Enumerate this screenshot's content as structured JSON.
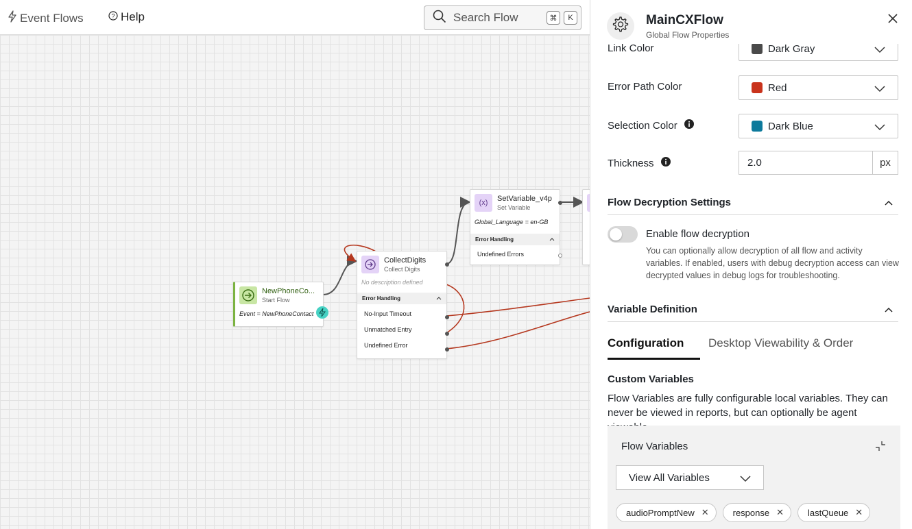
{
  "topbar": {
    "event_flows": "Event Flows",
    "help": "Help",
    "search_placeholder": "Search Flow",
    "shortcut_cmd": "⌘",
    "shortcut_key": "K"
  },
  "nodes": {
    "start": {
      "title": "NewPhoneCo...",
      "subtitle": "Start Flow",
      "event": "Event = NewPhoneContact"
    },
    "collect": {
      "title": "CollectDigits",
      "subtitle": "Collect Digits",
      "description": "No description defined",
      "error_header": "Error Handling",
      "errors": [
        "No-Input Timeout",
        "Unmatched Entry",
        "Undefined Error"
      ]
    },
    "setvar": {
      "title": "SetVariable_v4p",
      "subtitle": "Set Variable",
      "description": "Global_Language = en-GB",
      "error_header": "Error Handling",
      "errors": [
        "Undefined Errors"
      ]
    }
  },
  "panel": {
    "title": "MainCXFlow",
    "subtitle": "Global Flow Properties",
    "link_color": {
      "label": "Link Color",
      "value": "Dark Gray",
      "swatch": "#4a4a4a"
    },
    "error_path_color": {
      "label": "Error Path Color",
      "value": "Red",
      "swatch": "#c9331c"
    },
    "selection_color": {
      "label": "Selection Color",
      "value": "Dark Blue",
      "swatch": "#0d7a9c"
    },
    "thickness": {
      "label": "Thickness",
      "value": "2.0",
      "unit": "px"
    },
    "decryption": {
      "section_title": "Flow Decryption Settings",
      "toggle_label": "Enable flow decryption",
      "toggle_on": false,
      "help": "You can optionally allow decryption of all flow and activity variables. If enabled, users with debug decryption access can view decrypted values in debug logs for troubleshooting."
    },
    "variable_definition": {
      "section_title": "Variable Definition",
      "tabs": [
        "Configuration",
        "Desktop Viewability & Order"
      ],
      "active_tab": "Configuration",
      "custom_title": "Custom Variables",
      "custom_text": "Flow Variables are fully configurable local variables. They can never be viewed in reports, but can optionally be agent viewable.",
      "flow_vars_title": "Flow Variables",
      "filter_value": "View All Variables",
      "chips": [
        "audioPromptNew",
        "response",
        "lastQueue"
      ]
    }
  },
  "colors": {
    "accent_green": "#7cb342",
    "error_red": "#b5381f",
    "link_gray": "#555555"
  }
}
